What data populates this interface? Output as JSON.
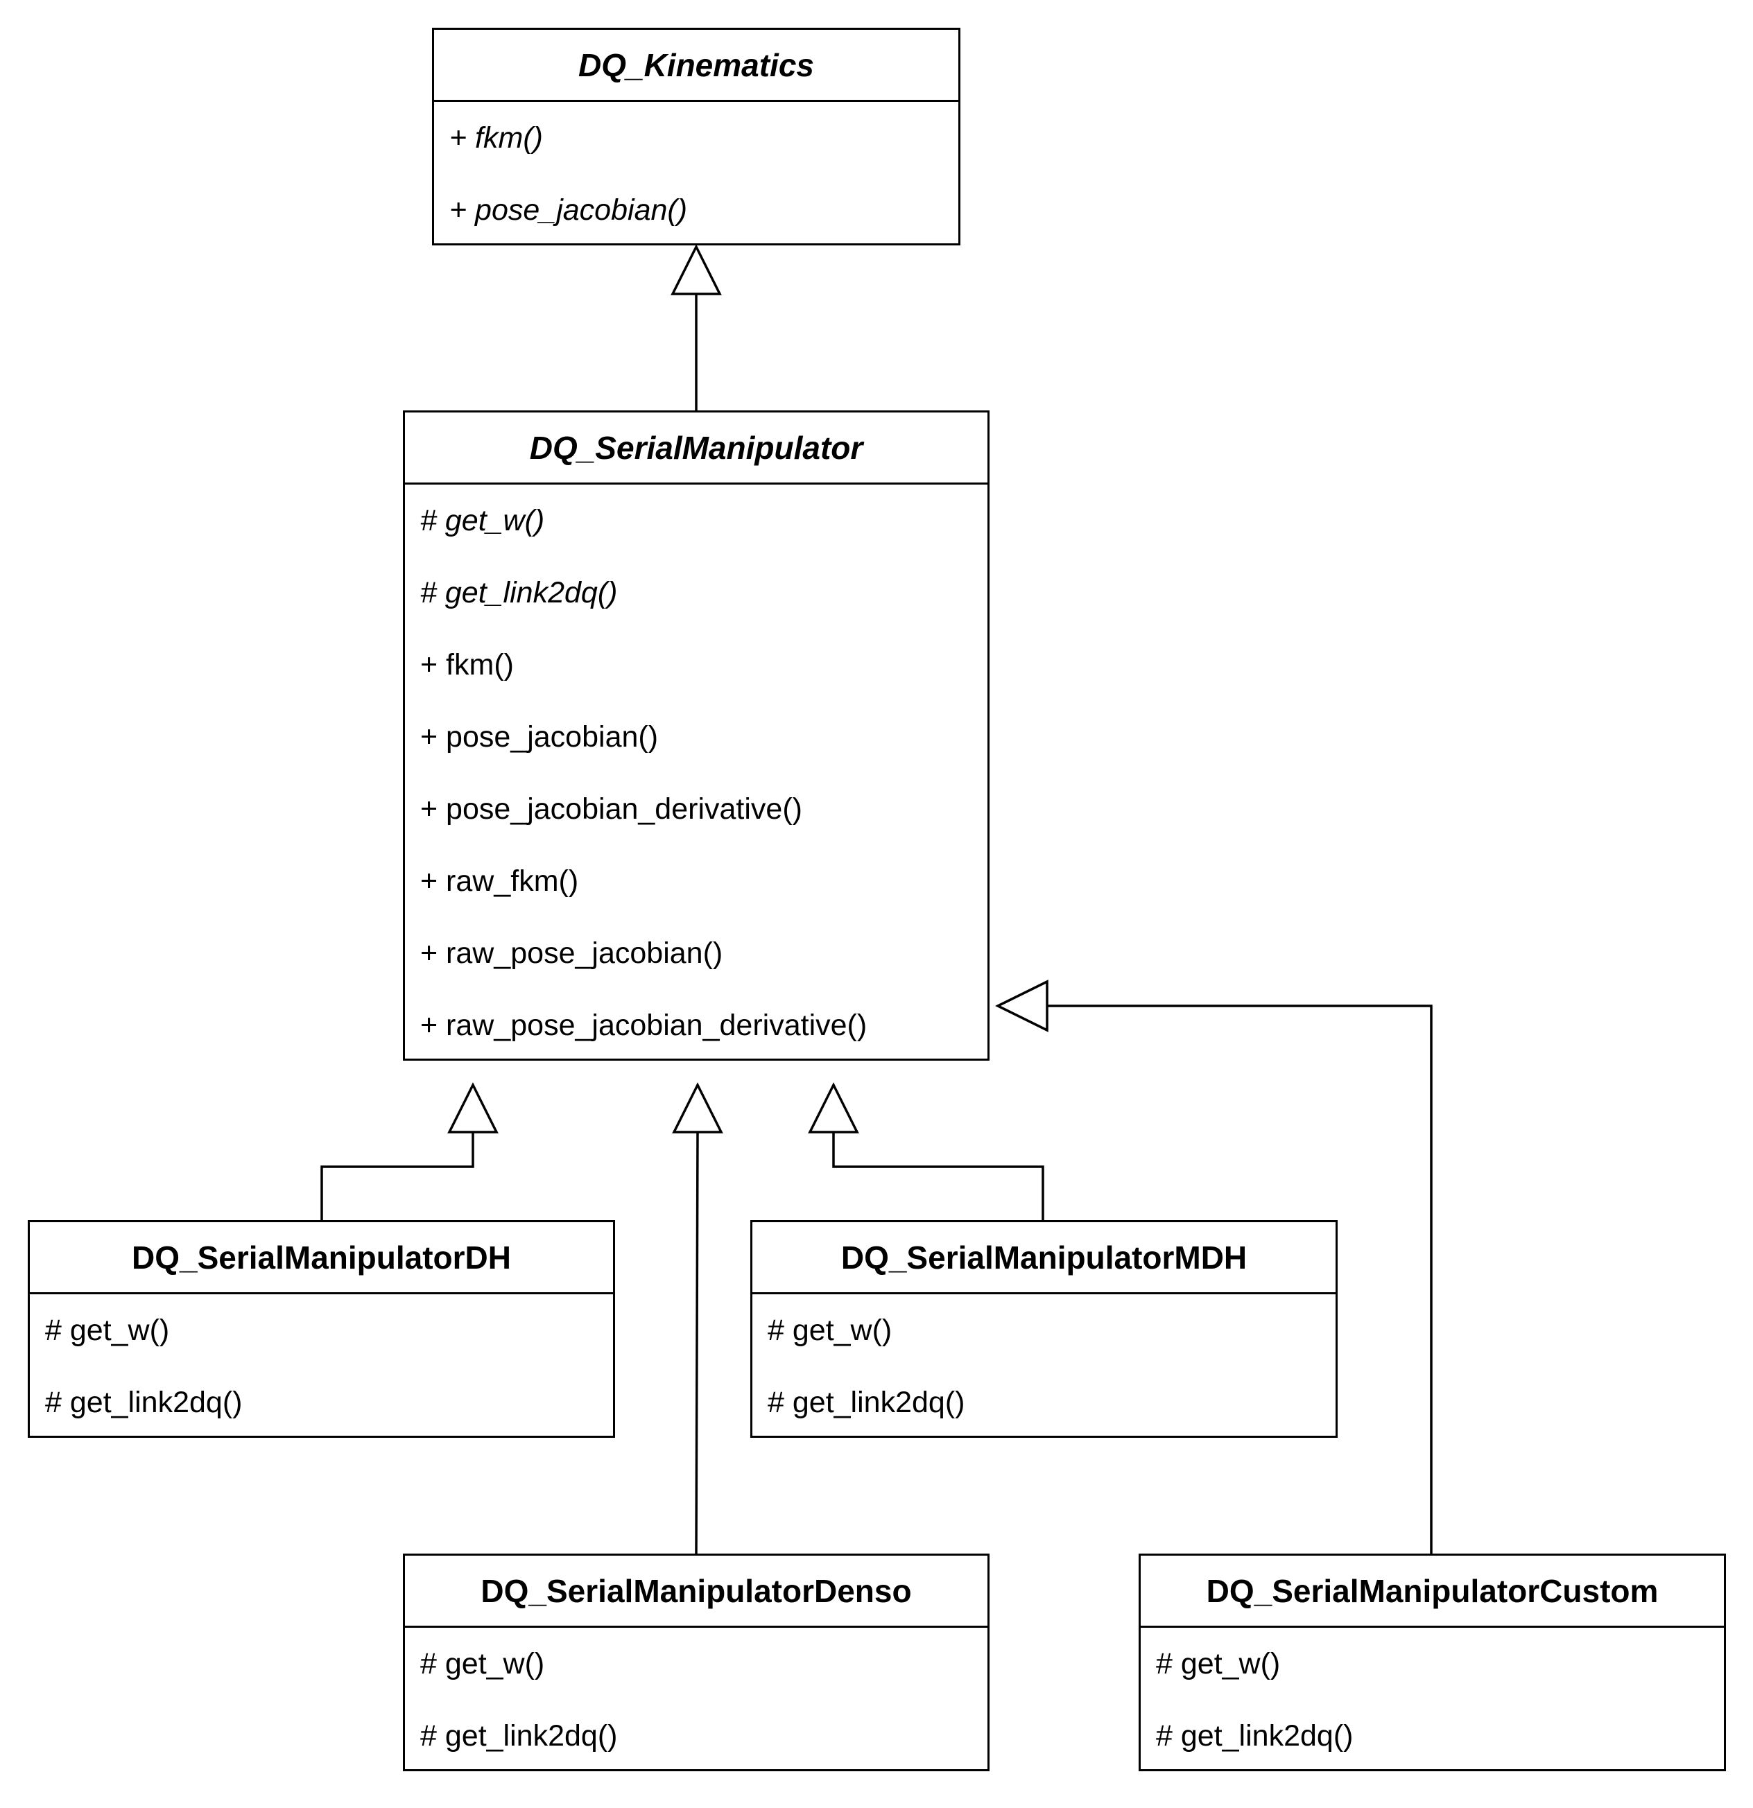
{
  "classes": {
    "kinematics": {
      "name": "DQ_Kinematics",
      "abstract": true,
      "methods": [
        "+ fkm()",
        "+ pose_jacobian()"
      ]
    },
    "serial_manipulator": {
      "name": "DQ_SerialManipulator",
      "abstract": true,
      "methods": [
        "# get_w()",
        "# get_link2dq()",
        "+ fkm()",
        "+ pose_jacobian()",
        "+ pose_jacobian_derivative()",
        "+ raw_fkm()",
        "+ raw_pose_jacobian()",
        "+ raw_pose_jacobian_derivative()"
      ],
      "italic_methods": [
        "# get_w()",
        "# get_link2dq()"
      ]
    },
    "dh": {
      "name": "DQ_SerialManipulatorDH",
      "abstract": false,
      "methods": [
        "# get_w()",
        "# get_link2dq()"
      ]
    },
    "mdh": {
      "name": "DQ_SerialManipulatorMDH",
      "abstract": false,
      "methods": [
        "# get_w()",
        "# get_link2dq()"
      ]
    },
    "denso": {
      "name": "DQ_SerialManipulatorDenso",
      "abstract": false,
      "methods": [
        "# get_w()",
        "# get_link2dq()"
      ]
    },
    "custom": {
      "name": "DQ_SerialManipulatorCustom",
      "abstract": false,
      "methods": [
        "# get_w()",
        "# get_link2dq()"
      ]
    }
  },
  "relationships": [
    {
      "type": "generalization",
      "from": "DQ_SerialManipulator",
      "to": "DQ_Kinematics"
    },
    {
      "type": "generalization",
      "from": "DQ_SerialManipulatorDH",
      "to": "DQ_SerialManipulator"
    },
    {
      "type": "generalization",
      "from": "DQ_SerialManipulatorDenso",
      "to": "DQ_SerialManipulator"
    },
    {
      "type": "generalization",
      "from": "DQ_SerialManipulatorMDH",
      "to": "DQ_SerialManipulator"
    },
    {
      "type": "generalization",
      "from": "DQ_SerialManipulatorCustom",
      "to": "DQ_SerialManipulator"
    }
  ],
  "colors": {
    "stroke": "#000000",
    "fill": "#ffffff"
  }
}
